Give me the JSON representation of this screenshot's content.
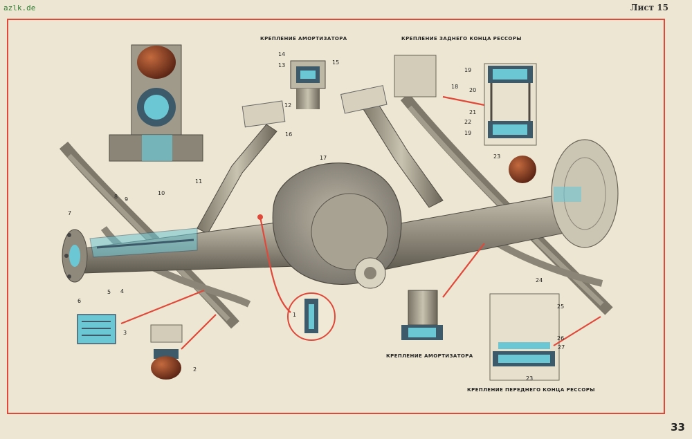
{
  "site_tag": "azlk.de",
  "sheet_label": "Лист 15",
  "page_number": "33",
  "captions": {
    "shock_mount_top": "КРЕПЛЕНИЕ АМОРТИЗАТОРА",
    "rear_spring_end": "КРЕПЛЕНИЕ ЗАДНЕГО КОНЦА РЕССОРЫ",
    "shock_mount_bottom": "КРЕПЛЕНИЕ АМОРТИЗАТОРА",
    "front_spring_end": "КРЕПЛЕНИЕ ПЕРЕДНЕГО КОНЦА РЕССОРЫ"
  },
  "callouts": {
    "c1": "1",
    "c2": "2",
    "c3": "3",
    "c4": "4",
    "c5": "5",
    "c6": "6",
    "c7": "7",
    "c8": "8",
    "c9": "9",
    "c10": "10",
    "c11": "11",
    "c12": "12",
    "c13": "13",
    "c14": "14",
    "c15": "15",
    "c16": "16",
    "c17": "17",
    "c18": "18",
    "c19a": "19",
    "c19b": "19",
    "c20": "20",
    "c21": "21",
    "c22": "22",
    "c23a": "23",
    "c23b": "23",
    "c24": "24",
    "c25": "25",
    "c26": "26",
    "c27": "27"
  },
  "colors": {
    "frame": "#e0483a",
    "paper": "#ece6d2",
    "metal": "#9a9486",
    "metal_dark": "#6f6a5e",
    "rubber": "#3c5a6a",
    "bushing": "#6cc7d4",
    "bump_stop": "#8a3c22",
    "pointer": "#e0483a"
  }
}
